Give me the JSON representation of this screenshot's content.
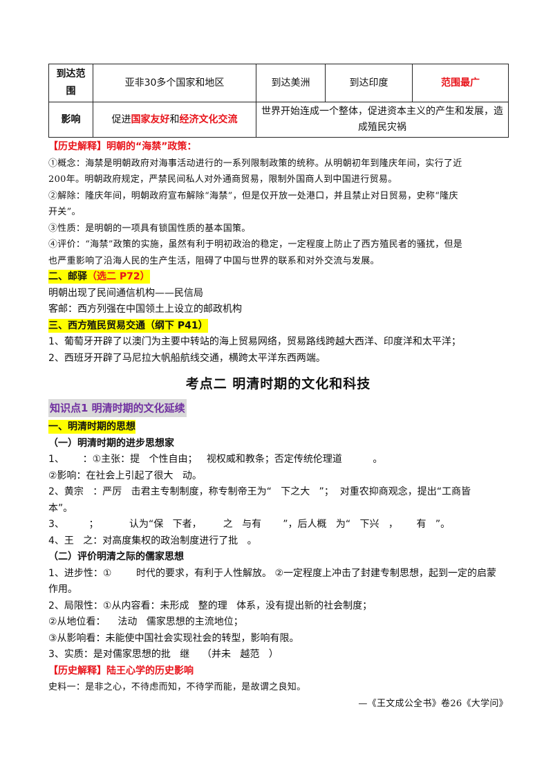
{
  "table": {
    "row1": {
      "label": "到达范围",
      "col1": "亚非30多个国家和地区",
      "col2": "到达美洲",
      "col3": "到达印度",
      "col4": "范围最广"
    },
    "row2": {
      "label": "影响",
      "col1_a": "促进",
      "col1_b": "国家友好",
      "col1_c": "和",
      "col1_d": "经济文化交流",
      "col2": "世界开始连成一个整体，促进资本主义的产生和发展，造成殖民灾祸"
    }
  },
  "hist1": {
    "heading_prefix": "【历史解释】明朝的“",
    "heading_keyword": "海禁",
    "heading_suffix": "”政策：",
    "p1a": "①概念：海禁是明朝政府对海事活动进行的一系列限制政策的统称。从明朝初年到隆庆年间，实行了近",
    "p1b": "200年。明朝政府规定，严禁民间私人对外通商贸易，限制外国商人到中国进行贸易。",
    "p2a": "②解除：隆庆年间，明朝政府宣布解除“海禁”，但是仅开放一处港口，并且禁止对日贸易，史称“隆庆",
    "p2b": "开关”。",
    "p3": "③性质：是明朝的一项具有锁国性质的基本国策。",
    "p4a": "④评价：“海禁”政策的实施，虽然有利于明初政治的稳定，一定程度上防止了西方殖民者的骚扰，但是",
    "p4b": "也严重影响了沿海人民的生产生活，阻碍了中国与世界的联系和对外交流与发展。"
  },
  "s2": {
    "heading": "二、邮驿",
    "heading_ref": "（选二  P72）",
    "l1": "明朝出现了民间通信机构——民信局",
    "l2": "客邮：西方列强在中国领土上设立的邮政机构"
  },
  "s3": {
    "heading": "三、西方殖民贸易交通（纲下  P41）",
    "l1": "1、葡萄牙开辟了以澳门为主要中转站的海上贸易网络，贸易路线跨越大西洋、印度洋和太平洋；",
    "l2": "2、西班牙开辟了马尼拉大帆船航线交通，横跨太平洋东西两端。"
  },
  "title": "考点二   明清时期的文化和科技",
  "kp1": "知识点1  明清时期的文化延续",
  "s1": {
    "heading": "一、明清时期的思想",
    "sub1": "（一）明清时期的进步思想家",
    "l1": "1、      ：①主张：提   个性自由；   视权威和教条；否定传统伦理道          。",
    "l2": "②影响：在社会上引起了很大   动。",
    "l3a": "2、黄宗   ：严厉   击君主专制制度，称专制帝王为“   下之大   ”；  对重农抑商观念，提出“工商皆",
    "l3b": "本”。",
    "l4": "3、        ；          认为“保   下者，       之   与有       ”，后人概   为“   下兴   ，      有   ”。",
    "l5": "4、王   之：对高度集权的政治制度进行了批   。",
    "sub2": "（二）评价明清之际的儒家思想",
    "l6a": "1、进步性：①        时代的要求，有利于人性解放。 ②一定程度上冲击了封建专制思想，起到一定的启蒙",
    "l6b": "作用。",
    "l7": "2、局限性：①从内容看：未形成   整的理   体系，没有提出新的社会制度；",
    "l8": "②从地位看：    法动   儒家思想的主流地位；",
    "l9": "③从影响看：未能使中国社会实现社会的转型，影响有限。",
    "l10": "3、实质：是对儒家思想的批   继    （并未   越范   ）"
  },
  "hist2": {
    "heading": "【历史解释】陆王心学的历史影响",
    "l1": "史料一：是非之心，不待虑而知，不待学而能，是故谓之良知。",
    "source": "—《王文成公全书》卷26《大学问》"
  }
}
